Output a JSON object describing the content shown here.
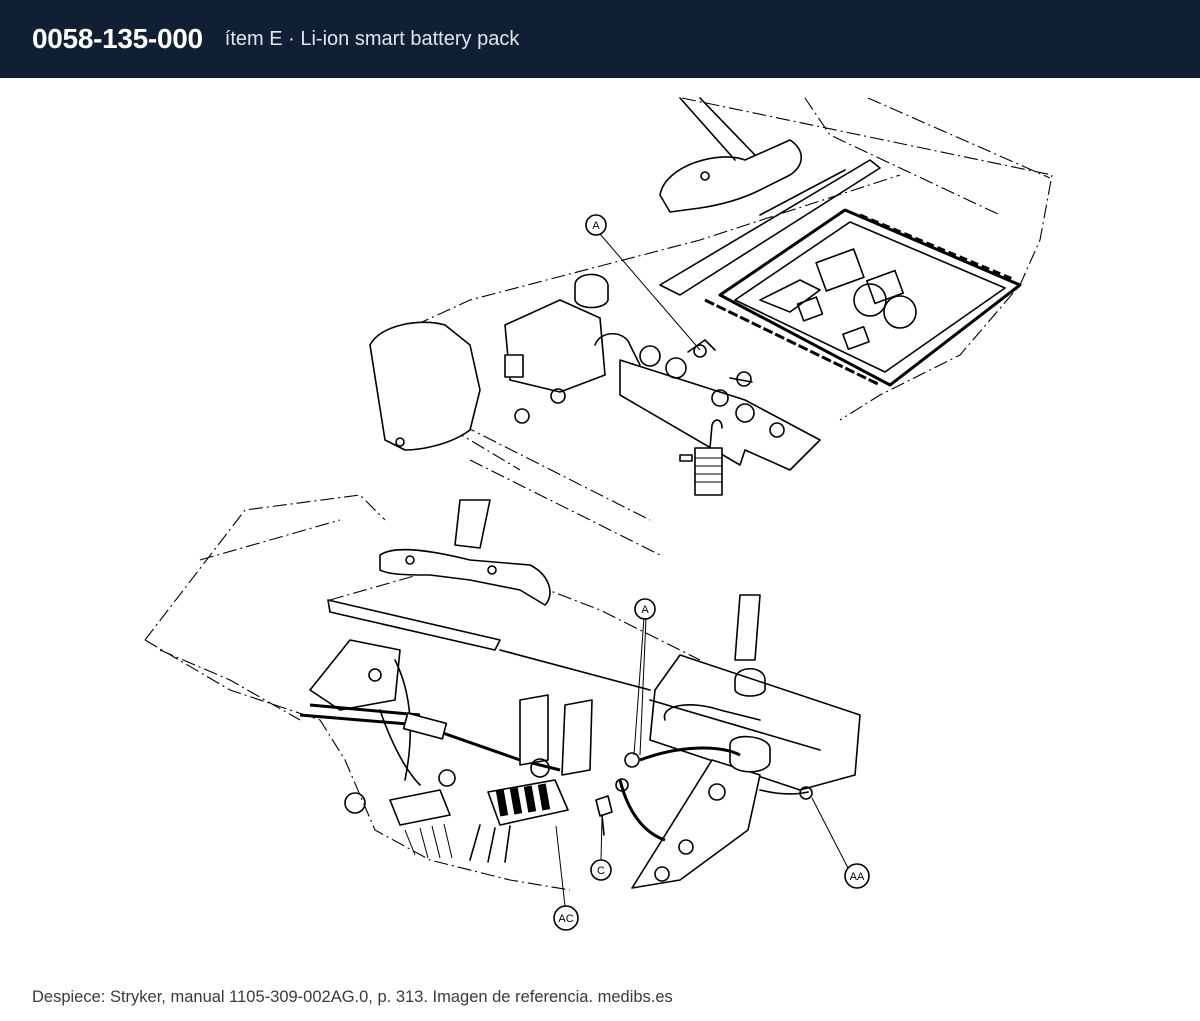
{
  "header": {
    "part_number": "0058-135-000",
    "item_description": "ítem E · Li-ion smart battery pack",
    "background_color": "#101f33"
  },
  "figure": {
    "callouts": {
      "top_a": "A",
      "bottom_a": "A",
      "aa": "AA",
      "ac": "AC",
      "c": "C"
    }
  },
  "footer": {
    "caption": "Despiece: Stryker, manual 1105-309-002AG.0, p. 313. Imagen de referencia. medibs.es"
  }
}
